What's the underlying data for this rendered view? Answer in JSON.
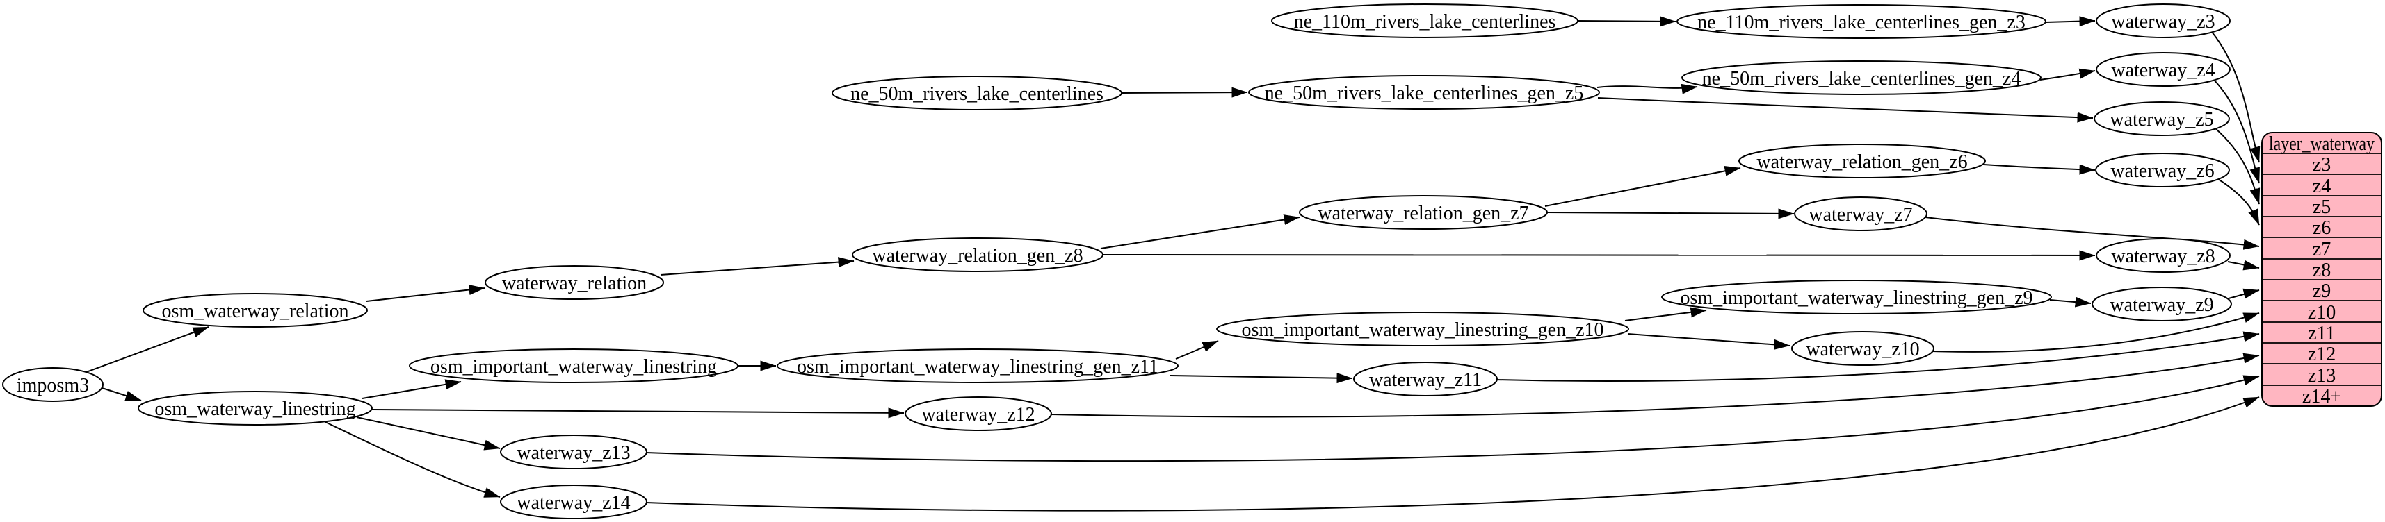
{
  "colors": {
    "background": "#ffffff",
    "node_fill": "#ffffff",
    "node_stroke": "#000000",
    "table_fill": "#ffb6c1",
    "text": "#000000"
  },
  "nodes": {
    "imposm3": {
      "label": "imposm3"
    },
    "osm_waterway_relation": {
      "label": "osm_waterway_relation"
    },
    "osm_waterway_linestring": {
      "label": "osm_waterway_linestring"
    },
    "waterway_relation": {
      "label": "waterway_relation"
    },
    "osm_important_waterway_linestring": {
      "label": "osm_important_waterway_linestring"
    },
    "waterway_z13": {
      "label": "waterway_z13"
    },
    "waterway_z14": {
      "label": "waterway_z14"
    },
    "ne_50m_rivers_lake_centerlines": {
      "label": "ne_50m_rivers_lake_centerlines"
    },
    "waterway_relation_gen_z8": {
      "label": "waterway_relation_gen_z8"
    },
    "osm_important_waterway_linestring_gen_z11": {
      "label": "osm_important_waterway_linestring_gen_z11"
    },
    "waterway_z12": {
      "label": "waterway_z12"
    },
    "ne_110m_rivers_lake_centerlines": {
      "label": "ne_110m_rivers_lake_centerlines"
    },
    "ne_50m_rivers_lake_centerlines_gen_z5": {
      "label": "ne_50m_rivers_lake_centerlines_gen_z5"
    },
    "waterway_relation_gen_z7": {
      "label": "waterway_relation_gen_z7"
    },
    "osm_important_waterway_linestring_gen_z10": {
      "label": "osm_important_waterway_linestring_gen_z10"
    },
    "waterway_z11": {
      "label": "waterway_z11"
    },
    "ne_110m_rivers_lake_centerlines_gen_z3": {
      "label": "ne_110m_rivers_lake_centerlines_gen_z3"
    },
    "ne_50m_rivers_lake_centerlines_gen_z4": {
      "label": "ne_50m_rivers_lake_centerlines_gen_z4"
    },
    "waterway_relation_gen_z6": {
      "label": "waterway_relation_gen_z6"
    },
    "waterway_z7": {
      "label": "waterway_z7"
    },
    "osm_important_waterway_linestring_gen_z9": {
      "label": "osm_important_waterway_linestring_gen_z9"
    },
    "waterway_z10": {
      "label": "waterway_z10"
    },
    "waterway_z3": {
      "label": "waterway_z3"
    },
    "waterway_z4": {
      "label": "waterway_z4"
    },
    "waterway_z5": {
      "label": "waterway_z5"
    },
    "waterway_z6": {
      "label": "waterway_z6"
    },
    "waterway_z8": {
      "label": "waterway_z8"
    },
    "waterway_z9": {
      "label": "waterway_z9"
    }
  },
  "table": {
    "title": "layer_waterway",
    "rows": [
      "z3",
      "z4",
      "z5",
      "z6",
      "z7",
      "z8",
      "z9",
      "z10",
      "z11",
      "z12",
      "z13",
      "z14+"
    ]
  },
  "edges": [
    {
      "from": "imposm3",
      "to": "osm_waterway_relation"
    },
    {
      "from": "imposm3",
      "to": "osm_waterway_linestring"
    },
    {
      "from": "osm_waterway_relation",
      "to": "waterway_relation"
    },
    {
      "from": "waterway_relation",
      "to": "waterway_relation_gen_z8"
    },
    {
      "from": "waterway_relation_gen_z8",
      "to": "waterway_relation_gen_z7"
    },
    {
      "from": "waterway_relation_gen_z7",
      "to": "waterway_relation_gen_z6"
    },
    {
      "from": "waterway_relation_gen_z6",
      "to": "waterway_z6"
    },
    {
      "from": "waterway_relation_gen_z7",
      "to": "waterway_z7"
    },
    {
      "from": "waterway_relation_gen_z8",
      "to": "waterway_z8"
    },
    {
      "from": "osm_waterway_linestring",
      "to": "osm_important_waterway_linestring"
    },
    {
      "from": "osm_waterway_linestring",
      "to": "waterway_z12"
    },
    {
      "from": "osm_waterway_linestring",
      "to": "waterway_z13"
    },
    {
      "from": "osm_waterway_linestring",
      "to": "waterway_z14"
    },
    {
      "from": "osm_important_waterway_linestring",
      "to": "osm_important_waterway_linestring_gen_z11"
    },
    {
      "from": "osm_important_waterway_linestring_gen_z11",
      "to": "osm_important_waterway_linestring_gen_z10"
    },
    {
      "from": "osm_important_waterway_linestring_gen_z10",
      "to": "osm_important_waterway_linestring_gen_z9"
    },
    {
      "from": "osm_important_waterway_linestring_gen_z9",
      "to": "waterway_z9"
    },
    {
      "from": "osm_important_waterway_linestring_gen_z10",
      "to": "waterway_z10"
    },
    {
      "from": "osm_important_waterway_linestring_gen_z11",
      "to": "waterway_z11"
    },
    {
      "from": "ne_110m_rivers_lake_centerlines",
      "to": "ne_110m_rivers_lake_centerlines_gen_z3"
    },
    {
      "from": "ne_110m_rivers_lake_centerlines_gen_z3",
      "to": "waterway_z3"
    },
    {
      "from": "ne_50m_rivers_lake_centerlines",
      "to": "ne_50m_rivers_lake_centerlines_gen_z5"
    },
    {
      "from": "ne_50m_rivers_lake_centerlines_gen_z5",
      "to": "ne_50m_rivers_lake_centerlines_gen_z4"
    },
    {
      "from": "ne_50m_rivers_lake_centerlines_gen_z4",
      "to": "waterway_z4"
    },
    {
      "from": "ne_50m_rivers_lake_centerlines_gen_z5",
      "to": "waterway_z5"
    },
    {
      "from": "waterway_z3",
      "to": "layer_waterway.z3"
    },
    {
      "from": "waterway_z4",
      "to": "layer_waterway.z4"
    },
    {
      "from": "waterway_z5",
      "to": "layer_waterway.z5"
    },
    {
      "from": "waterway_z6",
      "to": "layer_waterway.z6"
    },
    {
      "from": "waterway_z7",
      "to": "layer_waterway.z7"
    },
    {
      "from": "waterway_z8",
      "to": "layer_waterway.z8"
    },
    {
      "from": "waterway_z9",
      "to": "layer_waterway.z9"
    },
    {
      "from": "waterway_z10",
      "to": "layer_waterway.z10"
    },
    {
      "from": "waterway_z11",
      "to": "layer_waterway.z11"
    },
    {
      "from": "waterway_z12",
      "to": "layer_waterway.z12"
    },
    {
      "from": "waterway_z13",
      "to": "layer_waterway.z13"
    },
    {
      "from": "waterway_z14",
      "to": "layer_waterway.z14+"
    }
  ]
}
